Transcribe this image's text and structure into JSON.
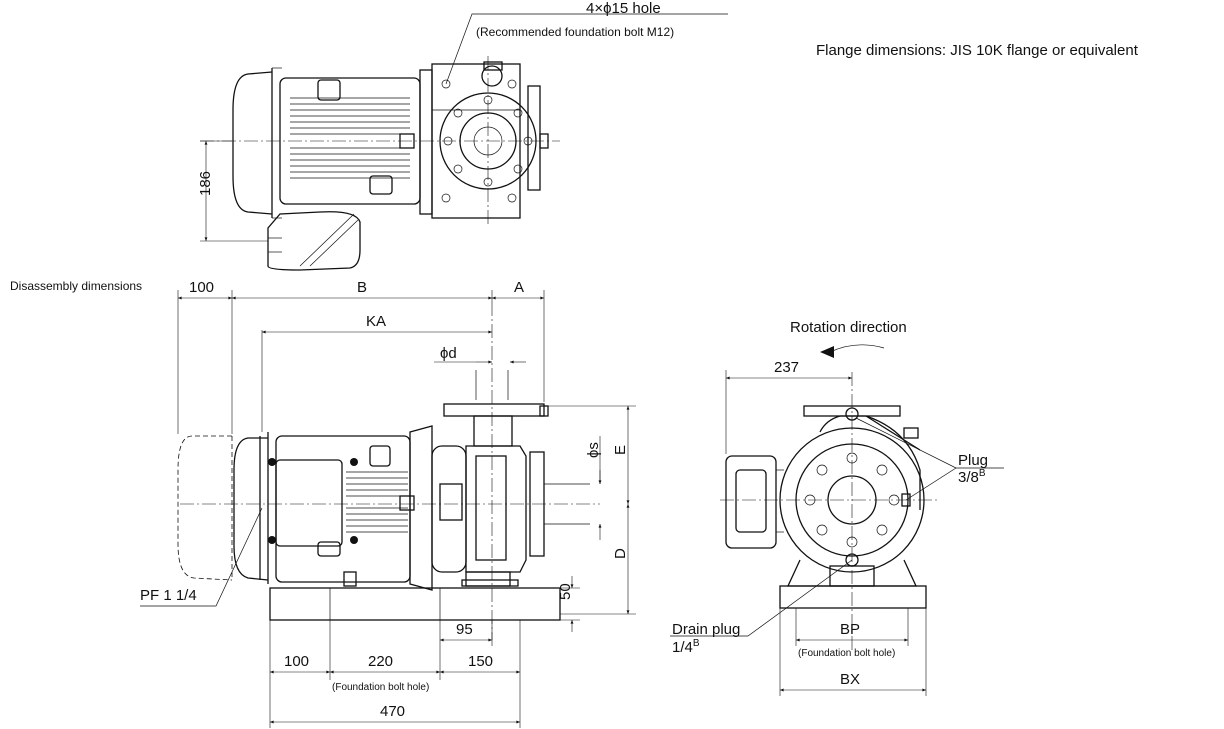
{
  "notes": {
    "holes": "4×ϕ15 hole",
    "bolt": "(Recommended foundation bolt M12)",
    "flange": "Flange dimensions: JIS 10K flange or equivalent",
    "disassembly": "Disassembly dimensions",
    "rotation": "Rotation direction",
    "pf": "PF 1 1/4",
    "drain_label": "Drain plug",
    "drain_size": "1/4",
    "drain_sup": "B",
    "plug_label": "Plug",
    "plug_size": "3/8",
    "plug_sup": "B",
    "foundation_hole": "(Foundation bolt hole)",
    "foundation_hole_2": "(Foundation bolt hole)"
  },
  "dimensions": {
    "d186": "186",
    "d100_top": "100",
    "B": "B",
    "A": "A",
    "KA": "KA",
    "phi_d": "ϕd",
    "phi_s": "ϕs",
    "E": "E",
    "D": "D",
    "d50": "50",
    "d95": "95",
    "d100": "100",
    "d220": "220",
    "d150": "150",
    "d470": "470",
    "d237": "237",
    "BP": "BP",
    "BX": "BX"
  }
}
